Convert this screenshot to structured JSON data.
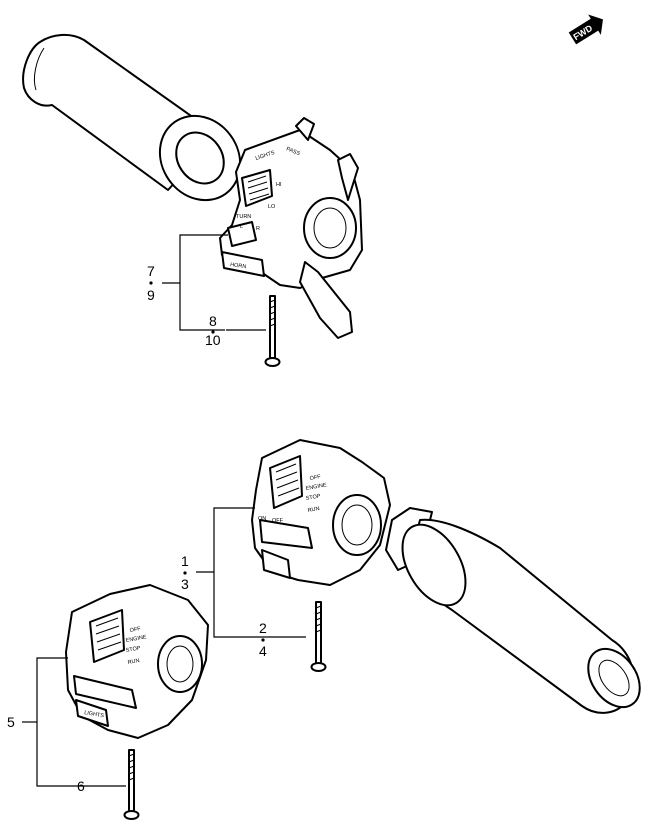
{
  "fwd_badge": "FWD",
  "callouts": {
    "c7": "7",
    "c9": "9",
    "c8": "8",
    "c10": "10",
    "c1": "1",
    "c3": "3",
    "c2": "2",
    "c4": "4",
    "c5": "5",
    "c6": "6"
  },
  "switch_labels": {
    "left_top": [
      "PASS",
      "TURN",
      "LIGHTS",
      "HI",
      "LO",
      "L",
      "R",
      "HORN"
    ],
    "right_main": [
      "OFF",
      "ON",
      "OFF",
      "RUN",
      "ENGINE",
      "STOP"
    ],
    "right_small": [
      "OFF",
      "ENGINE",
      "STOP",
      "RUN",
      "LIGHTS"
    ]
  }
}
